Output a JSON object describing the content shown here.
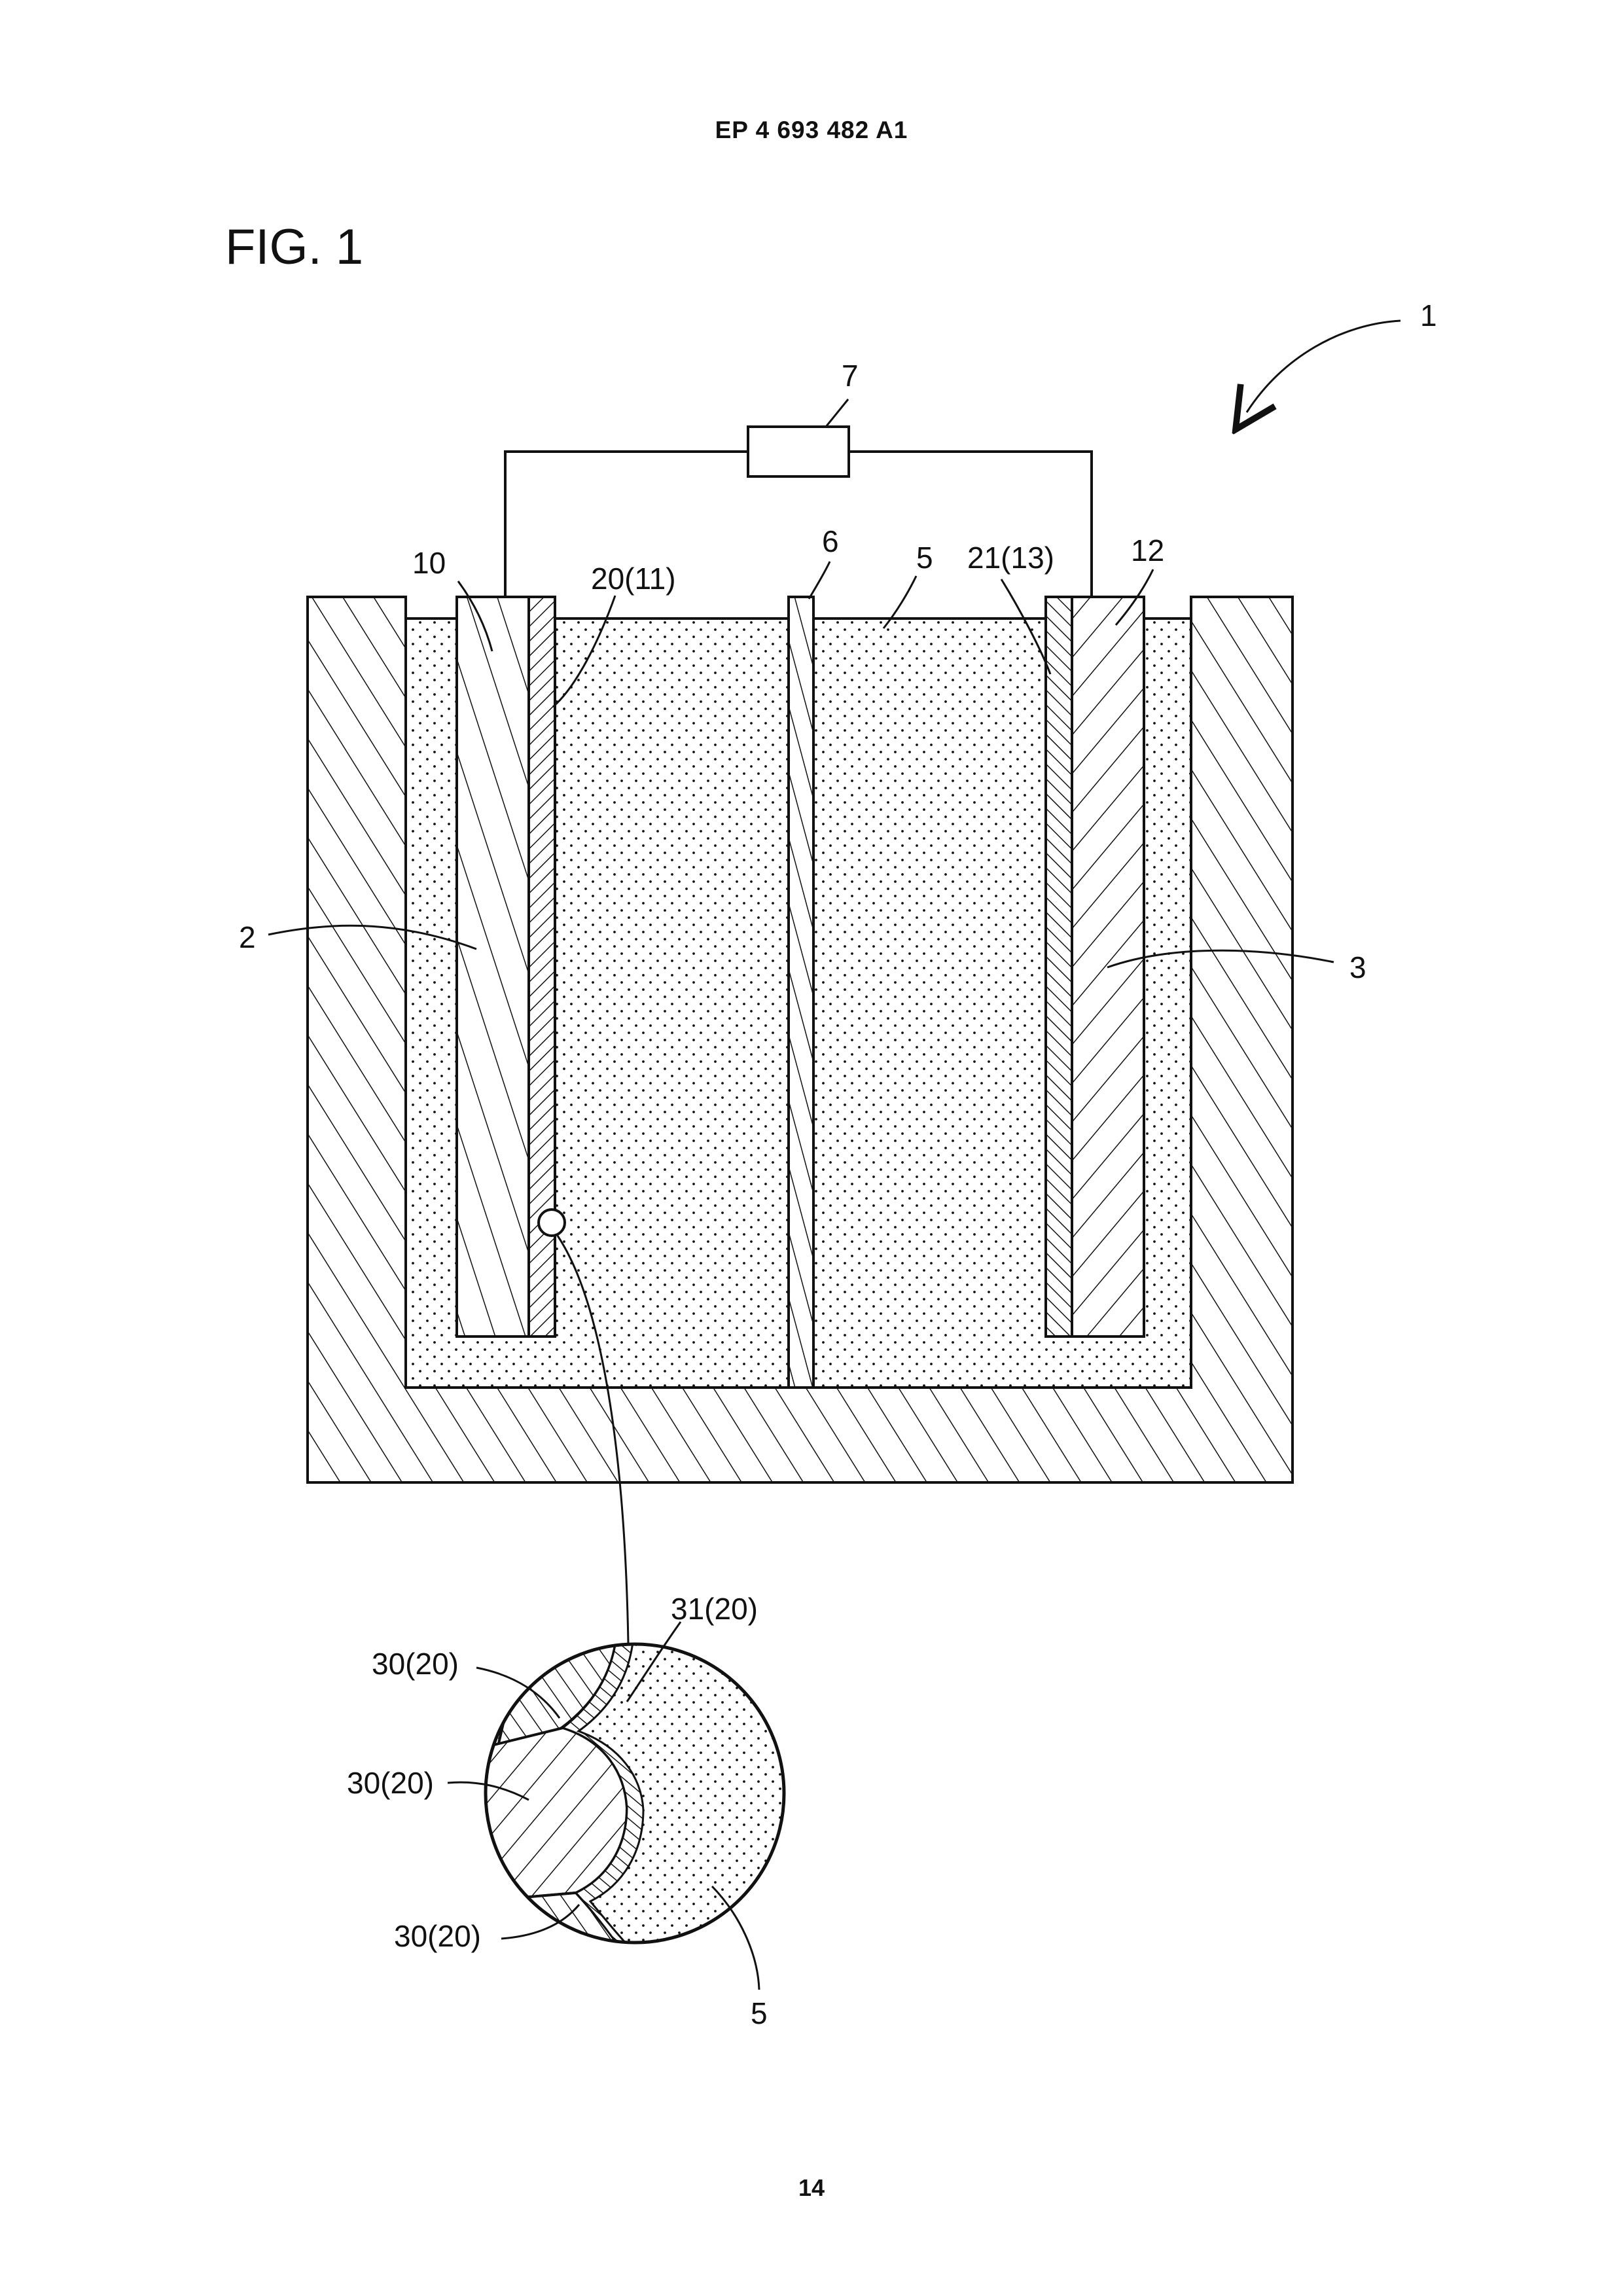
{
  "header": {
    "publication_number": "EP 4 693 482 A1"
  },
  "figure": {
    "title": "FIG. 1"
  },
  "reference_labels": {
    "device": "1",
    "first_electrode": "2",
    "second_electrode": "3",
    "electrolyte": "5",
    "separator": "6",
    "load": "7",
    "first_substrate": "10",
    "first_coating": "20(11)",
    "second_substrate": "12",
    "second_coating": "21(13)",
    "inset_particle_upper": "30(20)",
    "inset_particle_middle": "30(20)",
    "inset_particle_lower": "30(20)",
    "inset_film": "31(20)",
    "inset_electrolyte": "5"
  },
  "footer": {
    "page_number": "14"
  },
  "colors": {
    "ink": "#111111",
    "paper": "#ffffff"
  }
}
